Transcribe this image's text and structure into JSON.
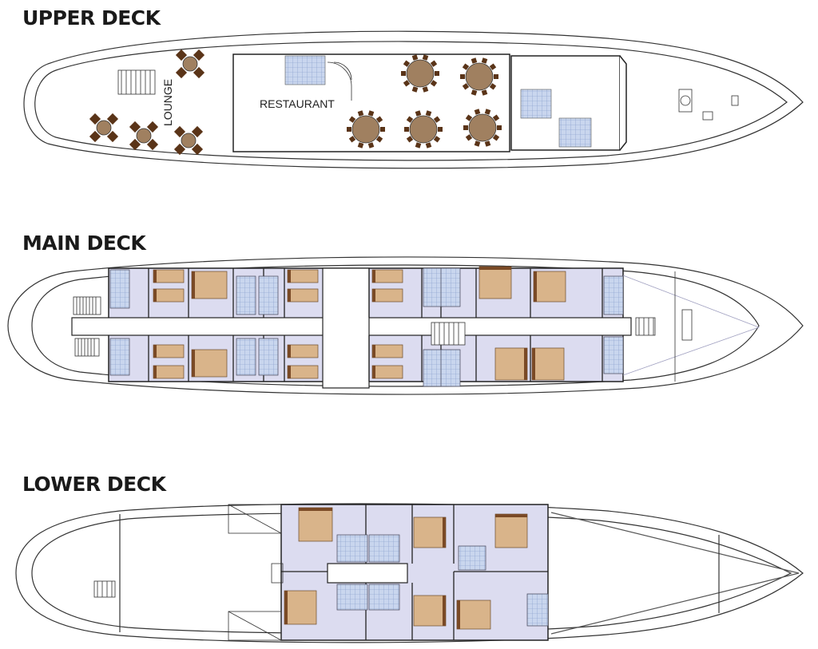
{
  "decks": {
    "upper": {
      "title": "UPPER DECK"
    },
    "main": {
      "title": "MAIN DECK"
    },
    "lower": {
      "title": "LOWER DECK"
    }
  },
  "rooms": {
    "lounge": "LOUNGE",
    "restaurant": "RESTAURANT"
  },
  "colors": {
    "hull": "#333333",
    "cabin_fill": "#dcdcf0",
    "bed": "#d9b48a",
    "bed_head": "#7a4a26",
    "table": "#a08060",
    "chair": "#5a3418",
    "tile": "#b8c8e8",
    "wall": "#222222"
  }
}
